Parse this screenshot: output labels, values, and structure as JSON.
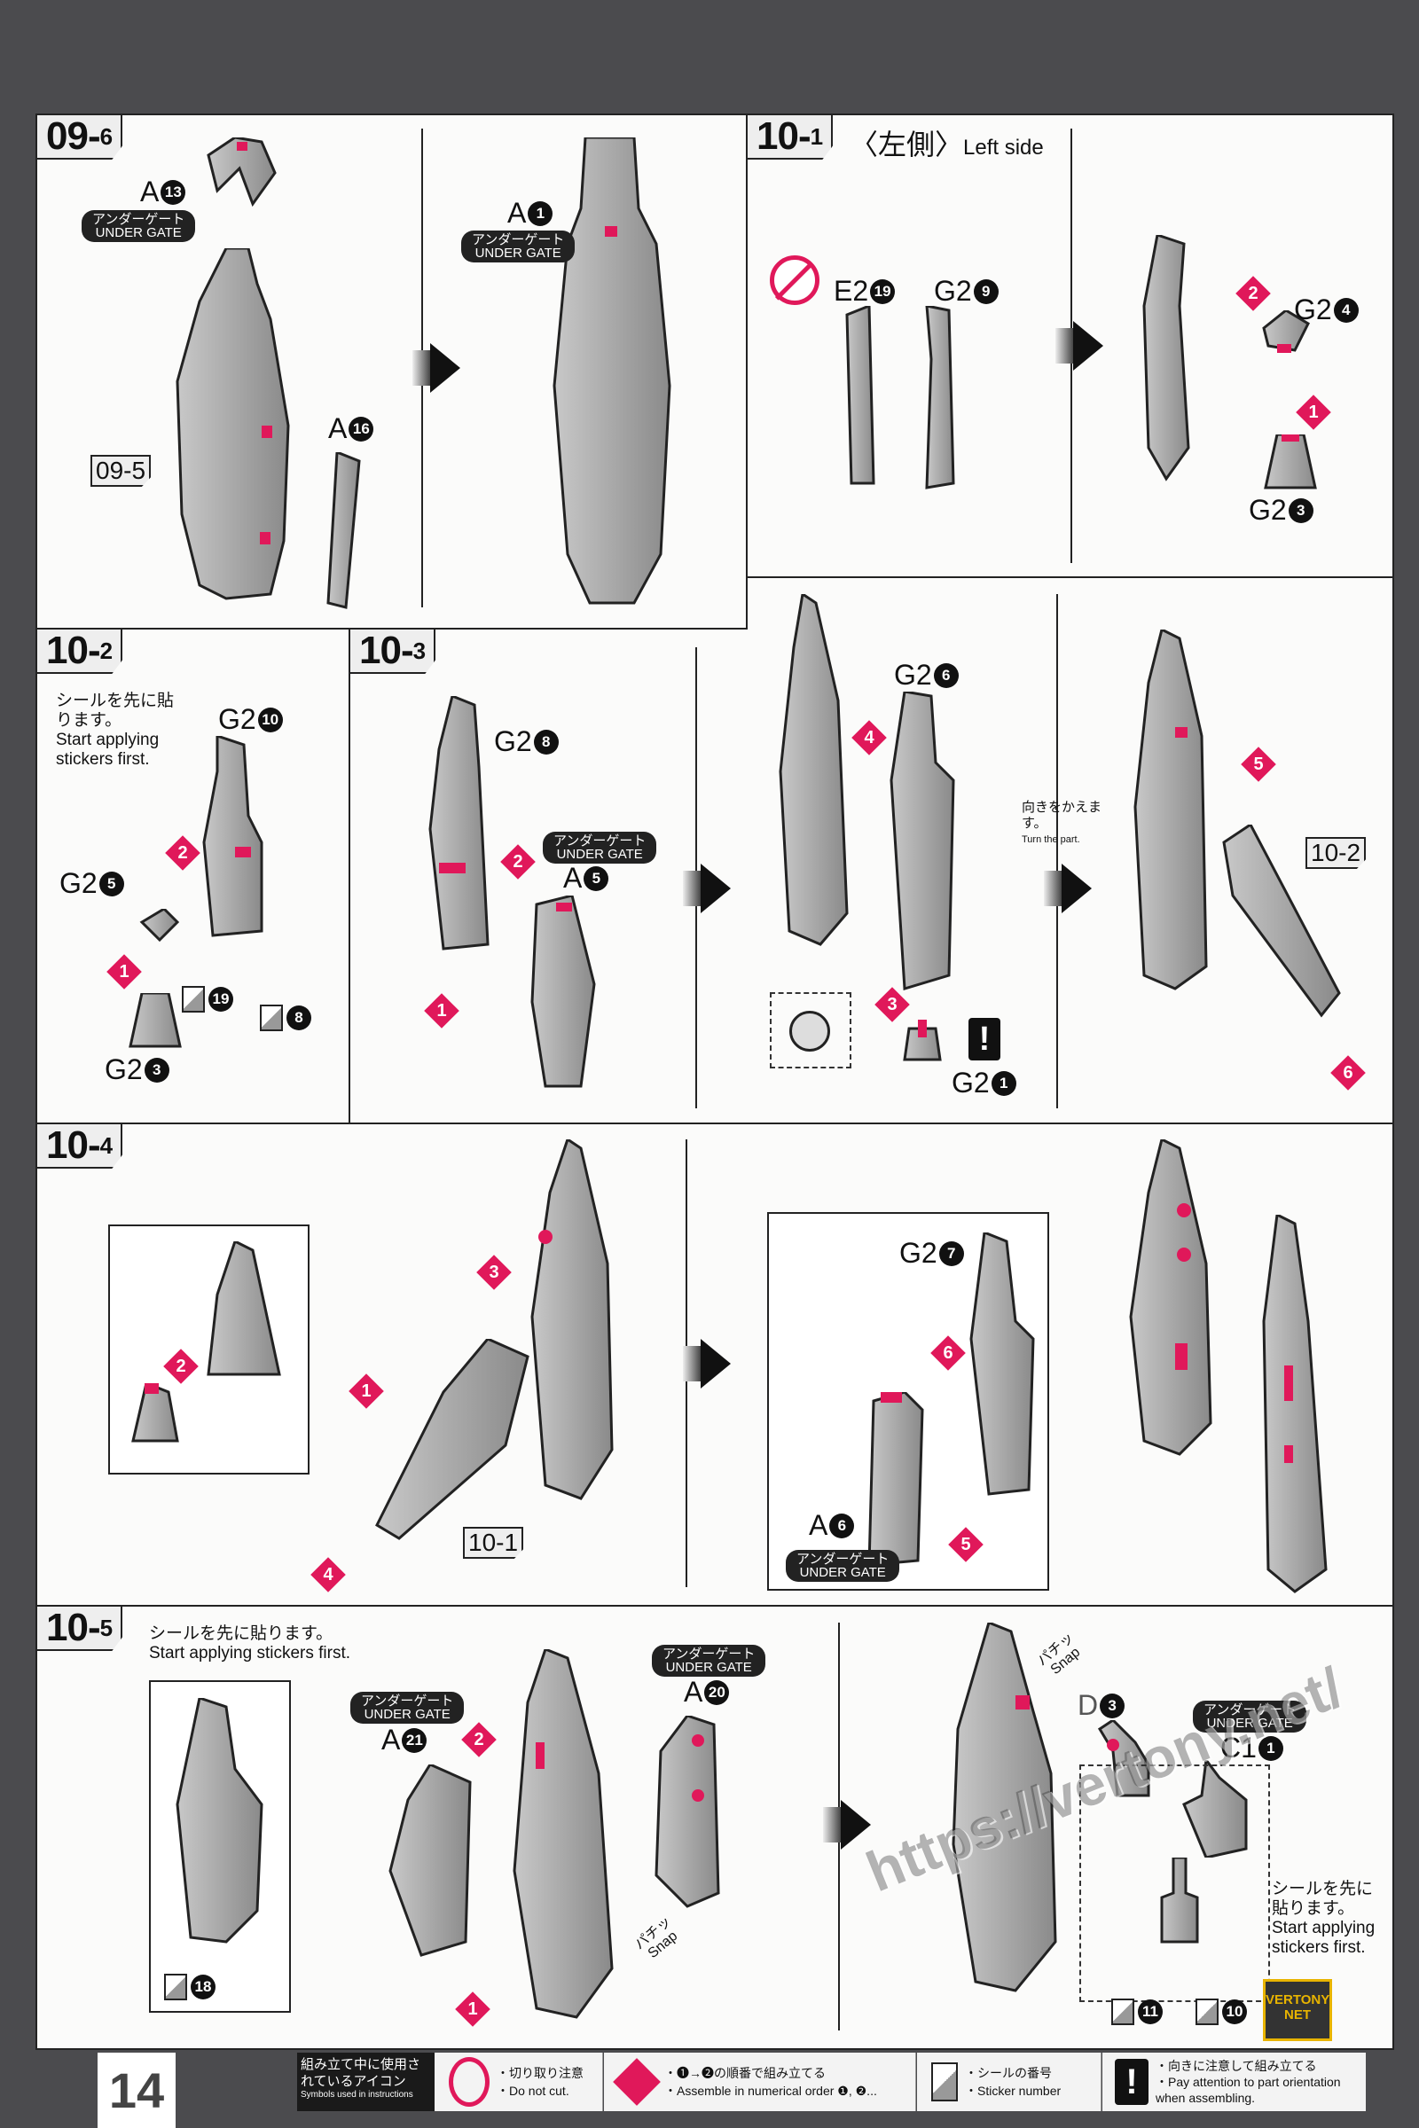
{
  "page_number": "14",
  "under_gate": {
    "jp": "アンダーゲート",
    "en": "UNDER GATE"
  },
  "steps": {
    "s096": {
      "main": "09",
      "sub": "6",
      "parts": {
        "a13": {
          "l": "A",
          "n": "13"
        },
        "a1": {
          "l": "A",
          "n": "1"
        },
        "a16": {
          "l": "A",
          "n": "16"
        }
      },
      "ref": "09-5"
    },
    "s101": {
      "main": "10",
      "sub": "1",
      "heading_jp": "〈左側〉",
      "heading_en": "Left side",
      "parts": {
        "e219": {
          "l": "E2",
          "n": "19"
        },
        "g29": {
          "l": "G2",
          "n": "9"
        },
        "g24": {
          "l": "G2",
          "n": "4"
        },
        "g23": {
          "l": "G2",
          "n": "3"
        }
      },
      "badges": [
        "1",
        "2"
      ]
    },
    "s102": {
      "main": "10",
      "sub": "2",
      "note_jp": "シールを先に貼ります。",
      "note_en": "Start applying stickers first.",
      "parts": {
        "g210": {
          "l": "G2",
          "n": "10"
        },
        "g25": {
          "l": "G2",
          "n": "5"
        },
        "g23": {
          "l": "G2",
          "n": "3"
        }
      },
      "stickers": [
        "19",
        "8"
      ],
      "badges": [
        "1",
        "2"
      ]
    },
    "s103": {
      "main": "10",
      "sub": "3",
      "parts": {
        "g28": {
          "l": "G2",
          "n": "8"
        },
        "a5": {
          "l": "A",
          "n": "5"
        },
        "g26": {
          "l": "G2",
          "n": "6"
        },
        "g21": {
          "l": "G2",
          "n": "1"
        }
      },
      "turn_jp": "向きをかえます。",
      "turn_en": "Turn the part.",
      "ref": "10-2",
      "badges": [
        "1",
        "2",
        "3",
        "4",
        "5",
        "6"
      ]
    },
    "s104": {
      "main": "10",
      "sub": "4",
      "parts": {
        "g27": {
          "l": "G2",
          "n": "7"
        },
        "a6": {
          "l": "A",
          "n": "6"
        }
      },
      "ref": "10-1",
      "badges": [
        "1",
        "2",
        "3",
        "4",
        "5",
        "6"
      ]
    },
    "s105": {
      "main": "10",
      "sub": "5",
      "note_jp": "シールを先に貼ります。",
      "note_en": "Start applying stickers first.",
      "parts": {
        "a21": {
          "l": "A",
          "n": "21"
        },
        "a20": {
          "l": "A",
          "n": "20"
        },
        "c11": {
          "l": "C1",
          "n": "1"
        },
        "d3": {
          "l": "D",
          "n": "3"
        }
      },
      "stickers": [
        "18",
        "11",
        "10"
      ],
      "snap_jp": "パチッ",
      "snap_en": "Snap",
      "note2_jp": "シールを先に貼ります。",
      "note2_en": "Start applying stickers first.",
      "badges": [
        "1",
        "2"
      ]
    }
  },
  "watermark": {
    "url": "https://vertony.net/",
    "logo": "VERTONY NET"
  },
  "legend": {
    "title_jp": "組み立て中に使用されているアイコン",
    "title_en": "Symbols used in instructions",
    "items": [
      {
        "icon": "no-cut-icon",
        "jp": "・切り取り注意",
        "en": "・Do not cut."
      },
      {
        "icon": "order-diamond-icon",
        "jp": "・❶→❷の順番で組み立てる",
        "en": "・Assemble in numerical order ❶, ❷..."
      },
      {
        "icon": "sticker-icon",
        "jp": "・シールの番号",
        "en": "・Sticker number"
      },
      {
        "icon": "exclamation-icon",
        "jp": "・向きに注意して組み立てる",
        "en": "・Pay attention to part orientation when assembling."
      }
    ]
  },
  "colors": {
    "accent": "#e0185a",
    "background": "#4b4b4e",
    "part": "#a9a9a9"
  }
}
